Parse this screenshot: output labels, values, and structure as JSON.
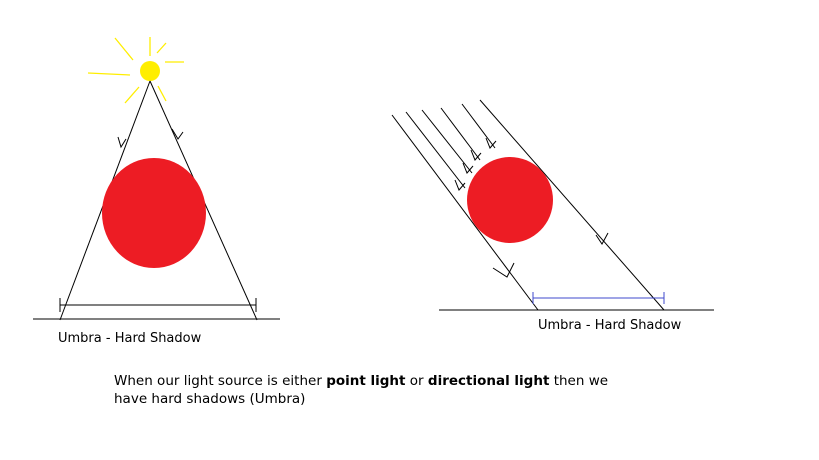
{
  "diagrams": {
    "point_light": {
      "label": "Umbra - Hard Shadow"
    },
    "directional_light": {
      "label": "Umbra - Hard Shadow"
    }
  },
  "caption": {
    "part1": "When our light source is either ",
    "point_light": "point light",
    "part2": " or ",
    "directional_light": "directional light",
    "part3": " then we have hard shadows (Umbra)"
  },
  "colors": {
    "sun": "#ffee00",
    "sun_rays": "#ffee00",
    "occluder": "#ed1c24",
    "lines": "#000000",
    "shadow_span_right": "#3f48cc"
  }
}
